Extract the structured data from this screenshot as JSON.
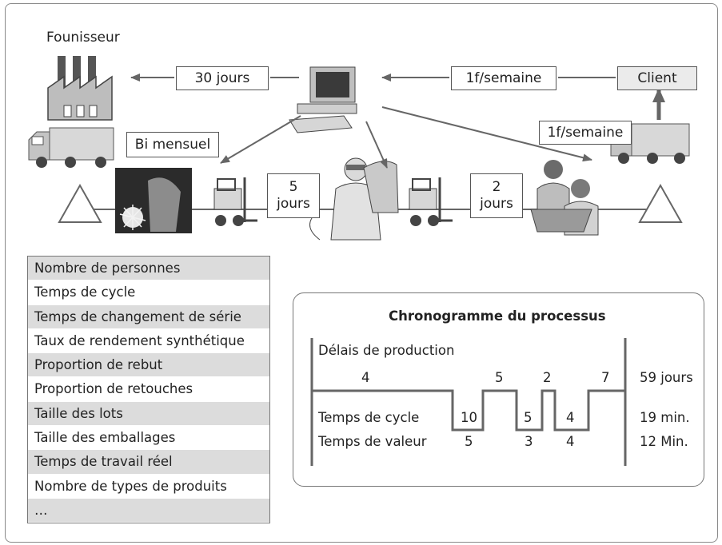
{
  "supplier": {
    "label": "Founisseur"
  },
  "client": {
    "label": "Client"
  },
  "flow": {
    "to_supplier": "30 jours",
    "from_client": "1f/semaine",
    "to_client": "1f/semaine",
    "supplier_delivery": "Bi mensuel",
    "stock_1": [
      "5",
      "jours"
    ],
    "stock_2": [
      "2",
      "jours"
    ]
  },
  "parameters": [
    "Nombre de personnes",
    "Temps de cycle",
    "Temps de changement de série",
    "Taux de rendement synthétique",
    "Proportion de rebut",
    "Proportion de retouches",
    "Taille des lots",
    "Taille des emballages",
    "Temps de travail réel",
    "Nombre de types de produits",
    "…"
  ],
  "timeline": {
    "title": "Chronogramme du processus",
    "lead_label": "Délais de production",
    "cycle_label": "Temps de cycle",
    "value_label": "Temps de valeur",
    "lead_times": [
      "4",
      "5",
      "2",
      "7"
    ],
    "cycle_times": [
      "10",
      "5",
      "4"
    ],
    "value_times": [
      "5",
      "3",
      "4"
    ],
    "lead_total": "59 jours",
    "cycle_total": "19 min.",
    "value_total": "12 Min."
  },
  "colors": {
    "line": "#666666",
    "box_fill": "#ebebeb",
    "table_shade": "#dcdcdc"
  }
}
